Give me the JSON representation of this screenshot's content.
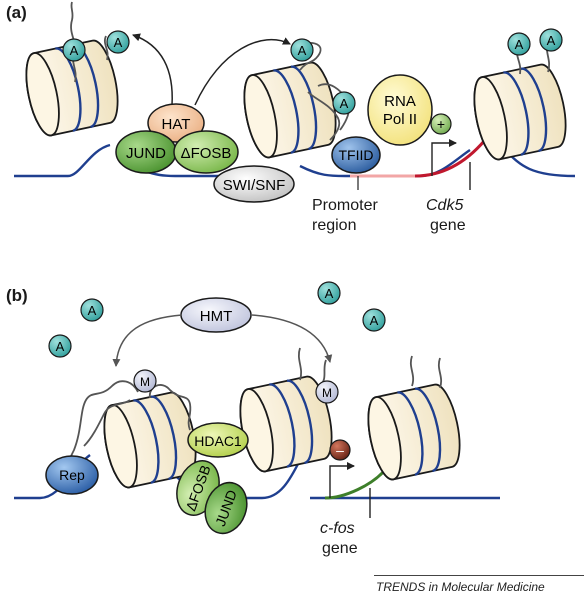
{
  "panels": {
    "a": {
      "label": "(a)",
      "hat": "HAT",
      "jund": "JUND",
      "dfosb": "ΔFOSB",
      "swisnf": "SWI/SNF",
      "rna_pol": [
        "RNA",
        "Pol II"
      ],
      "tfiid": "TFIID",
      "acetyl": "A",
      "activation_sign": "+",
      "promoter_label": [
        "Promoter",
        "region"
      ],
      "gene_name": "Cdk5",
      "gene_word": "gene"
    },
    "b": {
      "label": "(b)",
      "hmt": "HMT",
      "methyl": "M",
      "acetyl": "A",
      "rep": "Rep",
      "hdac1": "HDAC1",
      "dfosb": "ΔFOSB",
      "jund": "JUND",
      "repression_sign": "–",
      "gene_name": "c-fos",
      "gene_word": "gene"
    }
  },
  "footer": "TRENDS in Molecular Medicine",
  "colors": {
    "dna": "#1f3f8f",
    "nucleosome": "#fbf3dc",
    "acetyl": "#3fb4b1",
    "hat": "#f3c9a3",
    "jund": "#59a83a",
    "dfosb": "#8cc458",
    "swisnf": "#d8d8d8",
    "rna_pol": "#fdf2a6",
    "tfiid": "#3d73b5",
    "promoter": "#f2a6a6",
    "gene_a": "#c0182e",
    "gene_b": "#3e7f2a",
    "plus": "#8ec06c",
    "minus": "#7a2818",
    "hmt": "#d8dbe9",
    "methyl": "#cfd3e6",
    "rep": "#3c78c2",
    "hdac1": "#c7df58"
  }
}
